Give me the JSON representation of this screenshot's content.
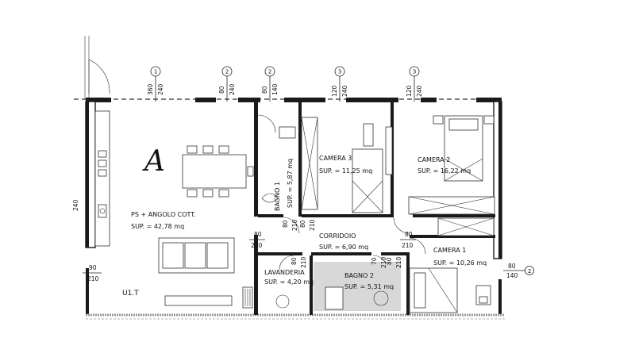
{
  "symbol": {
    "letter": "A"
  },
  "rooms": [
    {
      "id": "living",
      "name": "PS + ANGOLO COTT.",
      "area": "SUP. = 42,78 mq"
    },
    {
      "id": "bagno1",
      "name": "BAGNO 1",
      "area": "SUP. = 5,87 mq"
    },
    {
      "id": "camera3",
      "name": "CAMERA 3",
      "area": "SUP. = 11,25 mq"
    },
    {
      "id": "camera2",
      "name": "CAMERA 2",
      "area": "SUP. = 16,22 mq"
    },
    {
      "id": "corridoio",
      "name": "CORRIDOIO",
      "area": "SUP. = 6,90 mq"
    },
    {
      "id": "camera1",
      "name": "CAMERA 1",
      "area": "SUP. = 10,26 mq"
    },
    {
      "id": "lavanderia",
      "name": "LAVANDERIA",
      "area": "SUP. = 4,20 mq"
    },
    {
      "id": "bagno2",
      "name": "BAGNO 2",
      "area": "SUP. = 5,31 mq"
    }
  ],
  "unit_label": "U1.T",
  "window_markers": [
    {
      "width": "360",
      "height": "240",
      "type": "1"
    },
    {
      "width": "80",
      "height": "240",
      "type": "2"
    },
    {
      "width": "80",
      "height": "140",
      "type": "2"
    },
    {
      "width": "120",
      "height": "240",
      "type": "3"
    },
    {
      "width": "120",
      "height": "240",
      "type": "3"
    }
  ],
  "door_dims": {
    "left_wall": "240",
    "entrance_top": "90",
    "entrance_bottom": "210",
    "bagno1_door_top": "80",
    "bagno1_door_bottom": "210",
    "camera3_door_top": "80",
    "camera3_door_bottom": "210",
    "living_door_top": "80",
    "living_door_bottom": "210",
    "camera2_door_top": "80",
    "camera2_door_bottom": "210",
    "lav_door_top": "80",
    "lav_door_bottom": "210",
    "bagno2_door_top": "70",
    "bagno2_door_bottom": "210",
    "camera1_door_top": "80",
    "camera1_door_bottom": "210",
    "right_window_top": "80",
    "right_window_bottom": "140",
    "right_window_type": "2"
  }
}
